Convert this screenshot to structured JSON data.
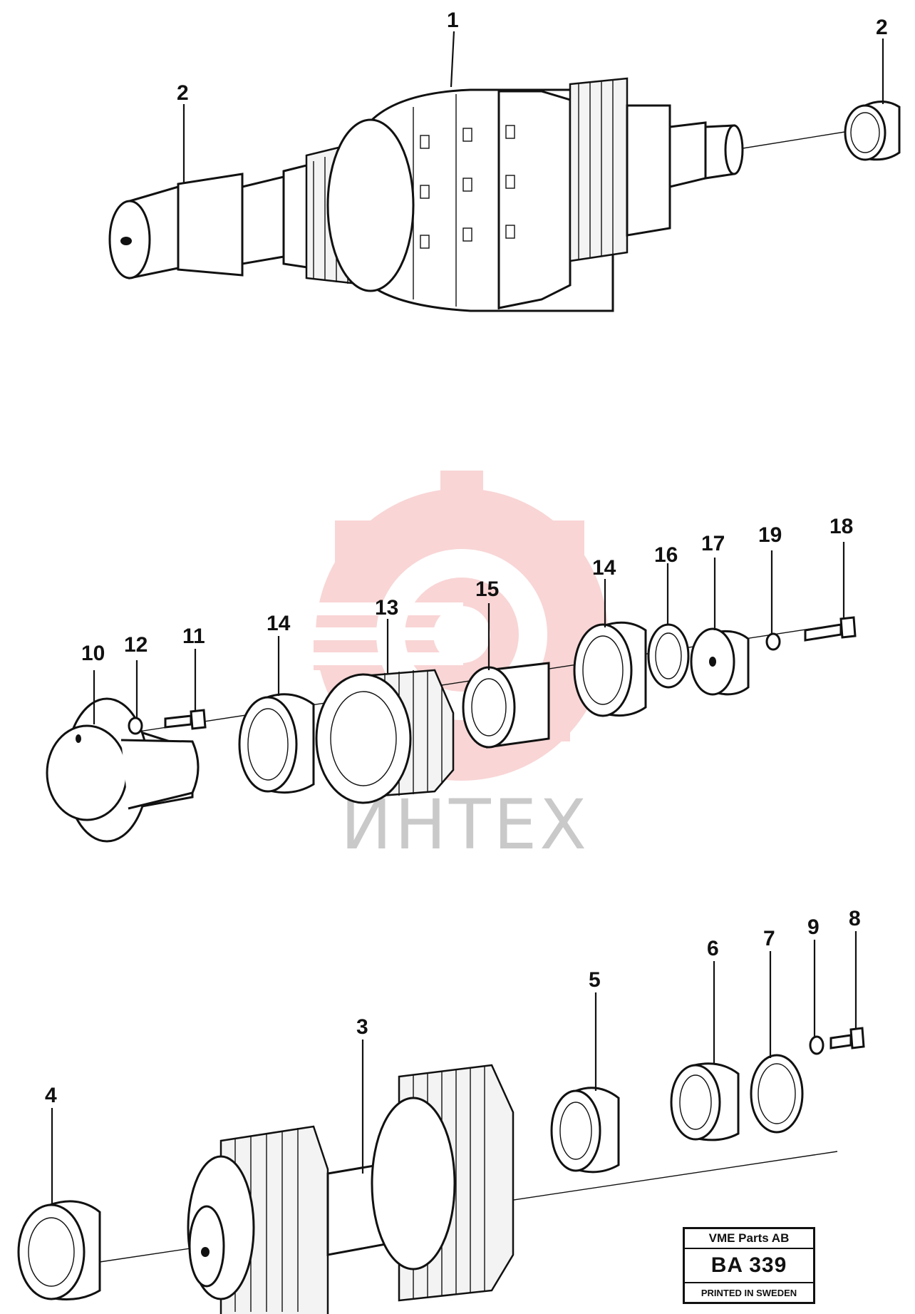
{
  "callouts": [
    {
      "id": "c1",
      "text": "1"
    },
    {
      "id": "c2a",
      "text": "2"
    },
    {
      "id": "c2b",
      "text": "2"
    },
    {
      "id": "c10",
      "text": "10"
    },
    {
      "id": "c12",
      "text": "12"
    },
    {
      "id": "c11",
      "text": "11"
    },
    {
      "id": "c14a",
      "text": "14"
    },
    {
      "id": "c13",
      "text": "13"
    },
    {
      "id": "c15",
      "text": "15"
    },
    {
      "id": "c14b",
      "text": "14"
    },
    {
      "id": "c16",
      "text": "16"
    },
    {
      "id": "c17",
      "text": "17"
    },
    {
      "id": "c19",
      "text": "19"
    },
    {
      "id": "c18",
      "text": "18"
    },
    {
      "id": "c4",
      "text": "4"
    },
    {
      "id": "c3",
      "text": "3"
    },
    {
      "id": "c5",
      "text": "5"
    },
    {
      "id": "c6",
      "text": "6"
    },
    {
      "id": "c7",
      "text": "7"
    },
    {
      "id": "c9",
      "text": "9"
    },
    {
      "id": "c8",
      "text": "8"
    }
  ],
  "stamp": {
    "company": "VME Parts AB",
    "code": "BA 339",
    "printed": "PRINTED IN SWEDEN"
  },
  "watermark": {
    "text": "ИНТЕХ",
    "color": "#f08a8a"
  }
}
